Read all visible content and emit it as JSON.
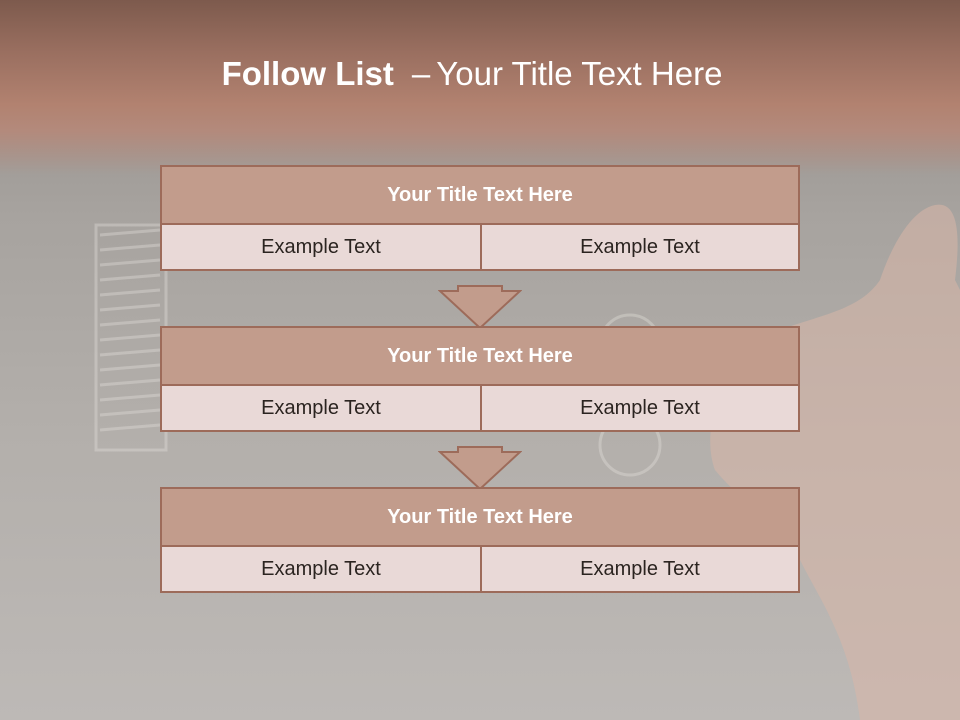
{
  "slide": {
    "title_bold": "Follow List",
    "title_dash": "–",
    "title_rest": "Your Title Text Here"
  },
  "cards": [
    {
      "title": "Your Title Text Here",
      "left": "Example Text",
      "right": "Example Text"
    },
    {
      "title": "Your Title Text Here",
      "left": "Example Text",
      "right": "Example Text"
    },
    {
      "title": "Your Title Text Here",
      "left": "Example Text",
      "right": "Example Text"
    }
  ],
  "colors": {
    "header": "#9a6f60",
    "card_title_fill": "#c29c8c",
    "card_border": "#9d6b5a",
    "card_cell_fill": "#e9d9d7",
    "arrow_fill": "#c29c8c"
  },
  "icons": [
    "down-arrow-icon",
    "down-arrow-icon"
  ]
}
